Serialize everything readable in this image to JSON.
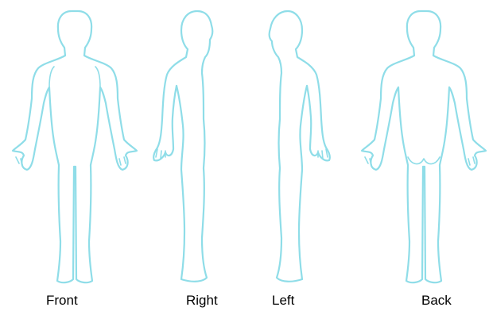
{
  "colors": {
    "outline": "#8fdde8",
    "background": "#ffffff",
    "label_text": "#000000"
  },
  "views": [
    {
      "label": "Front"
    },
    {
      "label": "Right"
    },
    {
      "label": "Left"
    },
    {
      "label": "Back"
    }
  ]
}
